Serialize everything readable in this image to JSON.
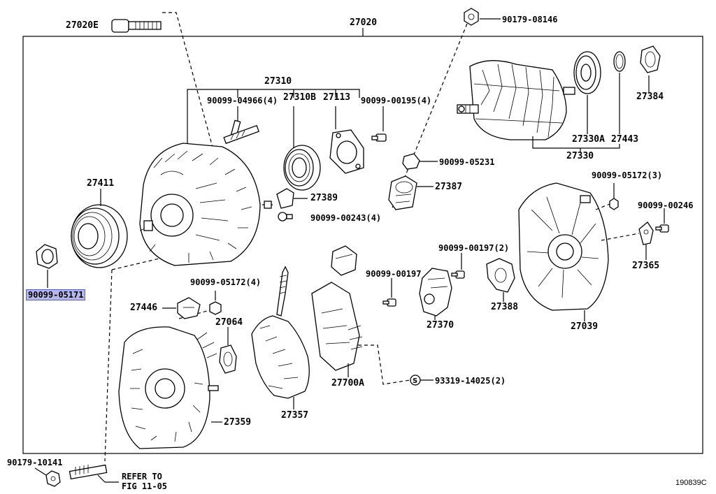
{
  "labels": {
    "p27020E": "27020E",
    "p27020": "27020",
    "p90179_08146": "90179-08146",
    "p27310": "27310",
    "p90099_04966": "90099-04966(4)",
    "p27310B": "27310B",
    "p27113": "27113",
    "p90099_00195": "90099-00195(4)",
    "p27384": "27384",
    "p27330A": "27330A",
    "p27443": "27443",
    "p27330": "27330",
    "p90099_05231": "90099-05231",
    "p27411": "27411",
    "p27389": "27389",
    "p27387": "27387",
    "p90099_05172_3": "90099-05172(3)",
    "p90099_00246": "90099-00246",
    "p90099_00243": "90099-00243(4)",
    "p90099_05171": "90099-05171",
    "p90099_00197_2": "90099-00197(2)",
    "p27365": "27365",
    "p90099_05172_4": "90099-05172(4)",
    "p90099_00197": "90099-00197",
    "p27446": "27446",
    "p27388": "27388",
    "p27064": "27064",
    "p27370": "27370",
    "p27039": "27039",
    "p27700A": "27700A",
    "p93319": "93319-14025(2)",
    "p27359": "27359",
    "p27357": "27357",
    "p90179_10141": "90179-10141",
    "refer1": "REFER TO",
    "refer2": "FIG 11-05",
    "diagram_id": "190839C"
  },
  "highlight_color": "#b6b8ec"
}
